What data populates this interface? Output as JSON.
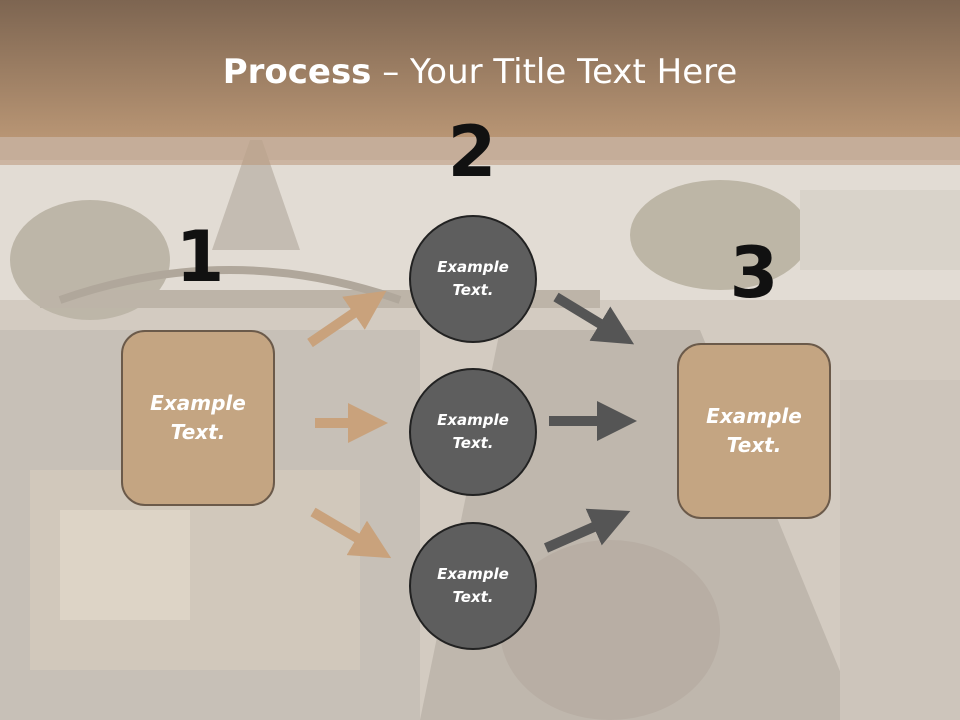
{
  "slide": {
    "title_bold": "Process",
    "title_rest": " – Your Title Text Here"
  },
  "steps": {
    "num1": "1",
    "num2": "2",
    "num3": "3",
    "box1": "Example Text.",
    "box3": "Example Text.",
    "circle_top": "Example Text.",
    "circle_mid": "Example Text.",
    "circle_bottom": "Example Text."
  },
  "colors": {
    "header": "#b89574",
    "box_fill": "#c4a582",
    "circle_fill": "#5e5e5e",
    "arrow_tan": "#c9a27c",
    "arrow_gray": "#555555"
  }
}
